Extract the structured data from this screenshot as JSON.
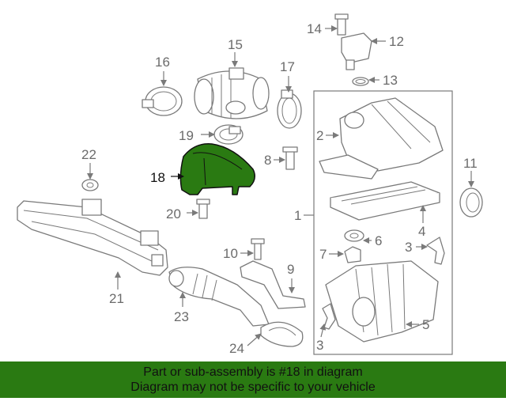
{
  "diagram": {
    "highlighted_part": "18",
    "highlight_color": "#2a7a12",
    "callouts": [
      "1",
      "2",
      "3",
      "3",
      "4",
      "5",
      "6",
      "7",
      "8",
      "9",
      "10",
      "11",
      "12",
      "13",
      "14",
      "15",
      "16",
      "17",
      "18",
      "19",
      "20",
      "21",
      "22",
      "23",
      "24"
    ]
  },
  "banner": {
    "line1": "Part or sub-assembly is #18 in diagram",
    "line2": "Diagram may not be specific to your vehicle",
    "background": "#2a7a12"
  }
}
